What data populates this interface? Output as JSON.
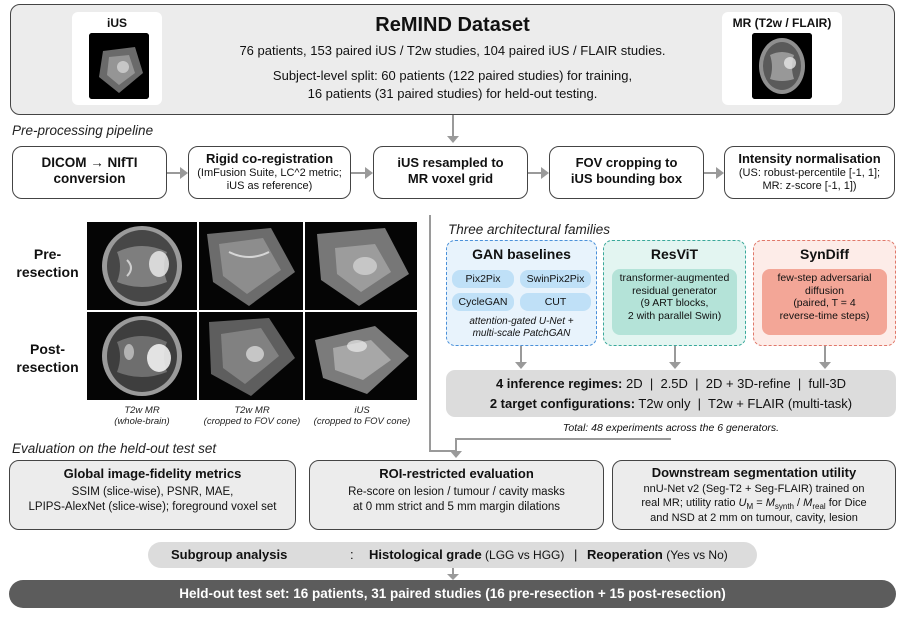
{
  "header": {
    "title": "ReMIND Dataset",
    "line1": "76 patients, 153 paired iUS / T2w studies, 104 paired iUS / FLAIR studies.",
    "line2": "Subject-level split: 60 patients (122 paired studies) for training,",
    "line3": "16 patients (31 paired studies) for held-out testing.",
    "ius_label": "iUS",
    "mr_label": "MR (T2w / FLAIR)"
  },
  "preprocessing": {
    "title": "Pre-processing pipeline",
    "steps": [
      {
        "bold": "DICOM → NIfTI conversion",
        "detail": ""
      },
      {
        "bold": "Rigid co-registration",
        "detail": "(ImFusion Suite, LC^2 metric; iUS as reference)"
      },
      {
        "bold": "iUS resampled to MR voxel grid",
        "detail": ""
      },
      {
        "bold": "FOV cropping to iUS bounding box",
        "detail": ""
      },
      {
        "bold": "Intensity normalisation",
        "detail": "(US: robust-percentile [-1, 1]; MR: z-score [-1, 1])"
      }
    ]
  },
  "images": {
    "row1": "Pre-\nresection",
    "row2": "Post-\nresection",
    "captions": [
      "T2w MR\n(whole-brain)",
      "T2w MR\n(cropped to FOV cone)",
      "iUS\n(cropped to FOV cone)"
    ]
  },
  "families": {
    "title": "Three architectural families",
    "gan": {
      "title": "GAN baselines",
      "pills": [
        "Pix2Pix",
        "SwinPix2Pix",
        "CycleGAN",
        "CUT"
      ],
      "note": "attention-gated U-Net +\nmulti-scale PatchGAN"
    },
    "resvit": {
      "title": "ResViT",
      "desc": "transformer-augmented\nresidual generator\n(9 ART blocks,\n2 with parallel Swin)"
    },
    "syndiff": {
      "title": "SynDiff",
      "desc": "few-step adversarial\ndiffusion\n(paired, T = 4\nreverse-time steps)"
    },
    "colors": {
      "gan": "#4a90d9",
      "resvit": "#3aa89a",
      "syndiff": "#e0786a"
    }
  },
  "regimes": {
    "label1": "4 inference regimes:",
    "value1": "2D  |  2.5D  |  2D + 3D-refine  |  full-3D",
    "label2": "2 target configurations:",
    "value2": "T2w only  |  T2w + FLAIR (multi-task)",
    "total": "Total: 48 experiments across the 6 generators."
  },
  "evaluation": {
    "title": "Evaluation on the held-out test set",
    "global": {
      "title": "Global image-fidelity metrics",
      "body": "SSIM (slice-wise), PSNR, MAE,\nLPIPS-AlexNet (slice-wise); foreground voxel set"
    },
    "roi": {
      "title": "ROI-restricted evaluation",
      "body": "Re-score on lesion / tumour / cavity masks\nat 0 mm strict and 5 mm margin dilations"
    },
    "downstream": {
      "title": "Downstream segmentation utility",
      "body1": "nnU-Net v2 (Seg-T2 + Seg-FLAIR) trained on",
      "body2a": "real MR; utility ratio ",
      "body2b": "U",
      "body2c": "M",
      "body2d": " = ",
      "body2e": "M",
      "body2f": "synth",
      "body2g": " / ",
      "body2h": "M",
      "body2i": "real",
      "body2j": " for Dice",
      "body3": "and NSD at 2 mm on tumour, cavity, lesion"
    }
  },
  "subgroup": {
    "label": "Subgroup analysis",
    "colon": ":",
    "hist_bold": "Histological grade",
    "hist_rest": " (LGG vs HGG)",
    "sep": "|",
    "reop_bold": "Reoperation",
    "reop_rest": " (Yes vs No)"
  },
  "footer": {
    "text": "Held-out test set: 16 patients, 31 paired studies (16 pre-resection + 15 post-resection)"
  }
}
